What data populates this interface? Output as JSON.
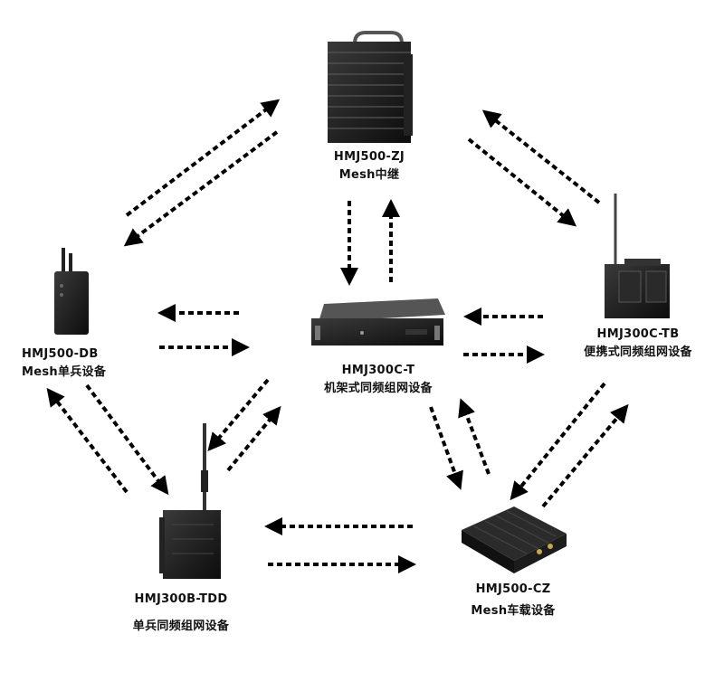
{
  "devices": {
    "zj": {
      "model": "HMJ500-ZJ",
      "desc": "Mesh中继"
    },
    "db": {
      "model": "HMJ500-DB",
      "desc": "Mesh单兵设备"
    },
    "t": {
      "model": "HMJ300C-T",
      "desc": "机架式同频组网设备"
    },
    "tb": {
      "model": "HMJ300C-TB",
      "desc": "便携式同频组网设备"
    },
    "tdd": {
      "model": "HMJ300B-TDD",
      "desc": "单兵同频组网设备"
    },
    "cz": {
      "model": "HMJ500-CZ",
      "desc": "Mesh车载设备"
    }
  },
  "links": [
    [
      "db",
      "zj"
    ],
    [
      "zj",
      "db"
    ],
    [
      "zj",
      "tb"
    ],
    [
      "tb",
      "zj"
    ],
    [
      "zj",
      "t"
    ],
    [
      "t",
      "zj"
    ],
    [
      "t",
      "db"
    ],
    [
      "db",
      "t"
    ],
    [
      "tb",
      "t"
    ],
    [
      "t",
      "tb"
    ],
    [
      "t",
      "tdd"
    ],
    [
      "tdd",
      "t"
    ],
    [
      "t",
      "cz"
    ],
    [
      "cz",
      "t"
    ],
    [
      "tb",
      "cz"
    ],
    [
      "cz",
      "tb"
    ],
    [
      "db",
      "tdd"
    ],
    [
      "tdd",
      "db"
    ],
    [
      "cz",
      "tdd"
    ],
    [
      "tdd",
      "cz"
    ]
  ],
  "colors": {
    "arrow": "#000000",
    "device": "#1a1a1a",
    "text": "#111111"
  }
}
